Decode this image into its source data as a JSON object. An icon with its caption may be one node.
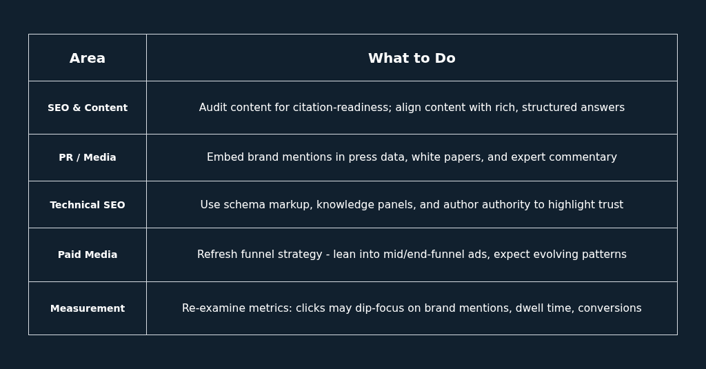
{
  "diagram": {
    "labels": [
      "Area",
      "What to Do",
      "SEO & Content",
      "Audit content for citation-readiness; align content with rich, structured answers",
      "PR / Media",
      "Embed brand mentions in press data, white papers, and expert commentary",
      "Technical SEO",
      "Use schema markup, knowledge panels, and author authority to highlight trust",
      "Paid Media",
      "Refresh funnel strategy - lean into mid/end-funnel ads, expect evolving patterns",
      "Measurement",
      "Re-examine metrics: clicks may dip-focus on brand mentions, dwell time, conversions"
    ]
  }
}
